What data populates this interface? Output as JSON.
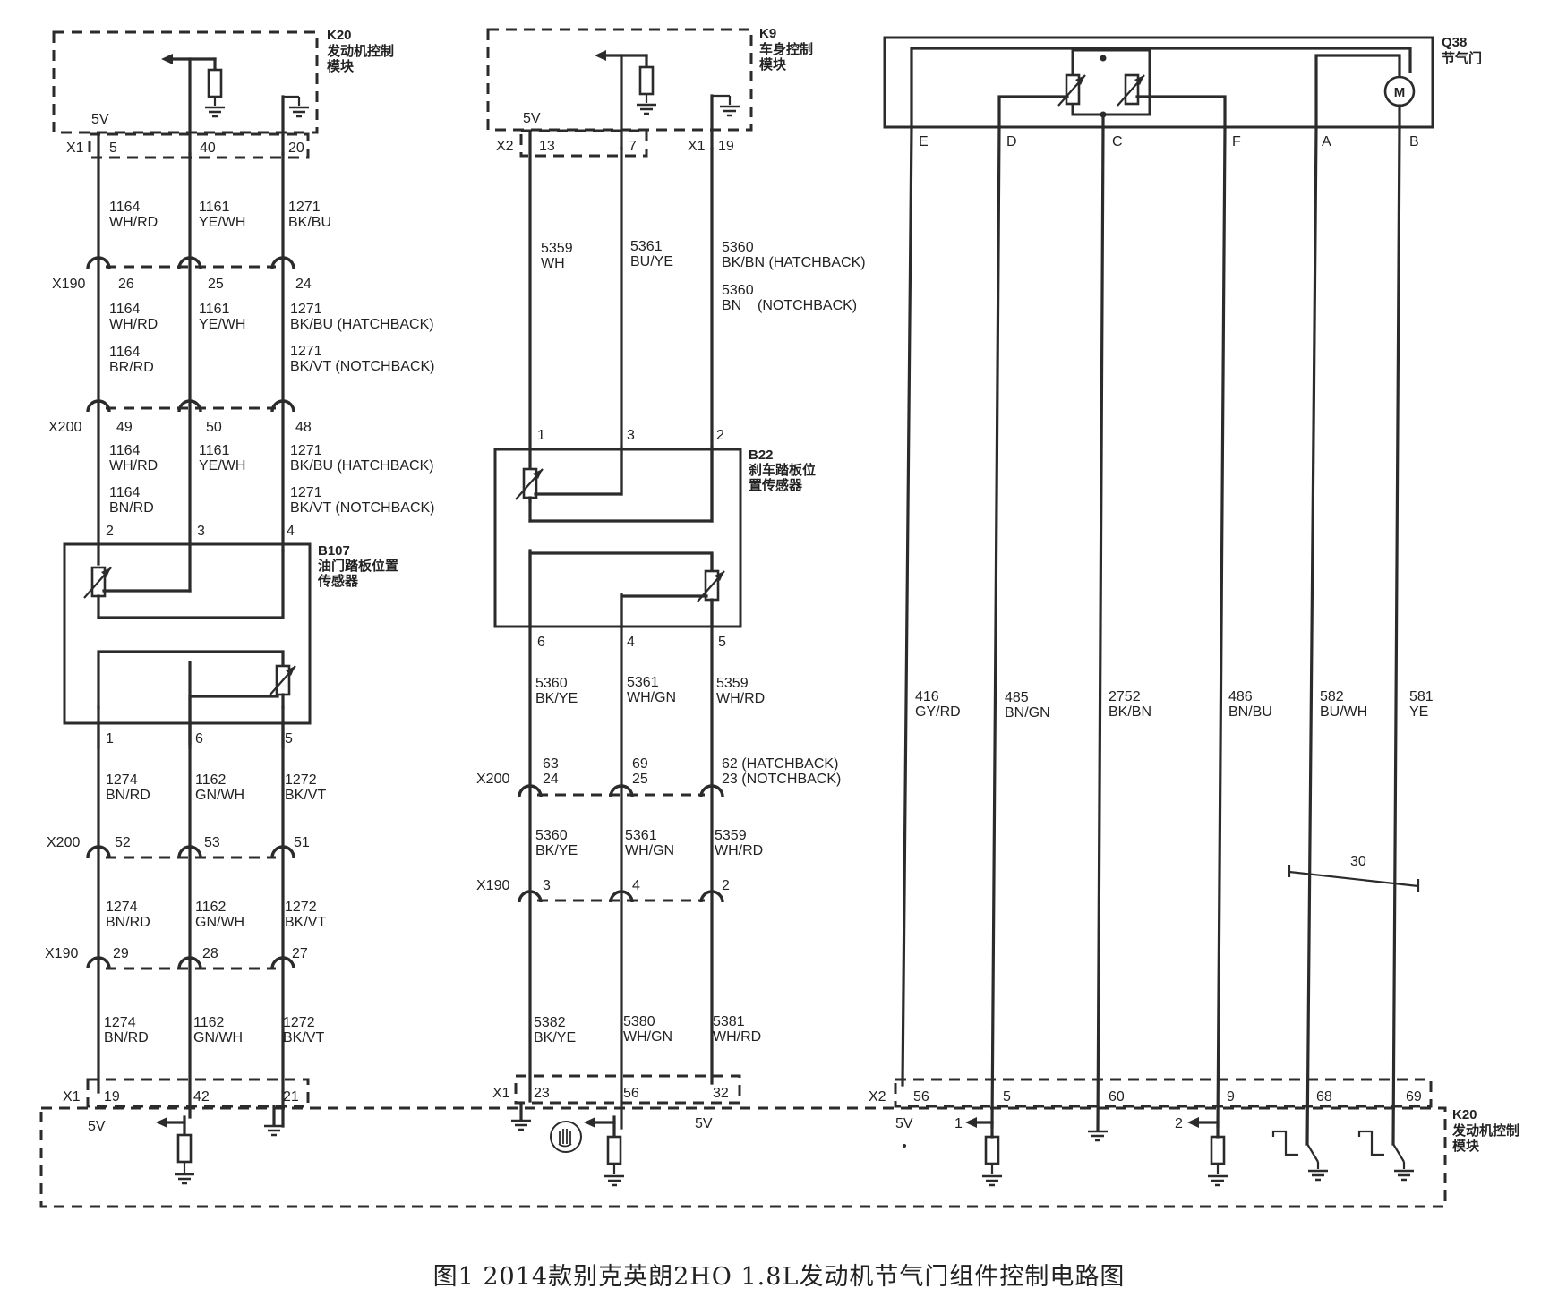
{
  "caption": "图1 2014款别克英朗2HO 1.8L发动机节气门组件控制电路图",
  "modules": {
    "k20_top": {
      "id": "K20",
      "name_line1": "发动机控制",
      "name_line2": "模块",
      "voltage": "5V",
      "connector": "X1",
      "pins": [
        "5",
        "40",
        "20"
      ]
    },
    "k9": {
      "id": "K9",
      "name_line1": "车身控制",
      "name_line2": "模块",
      "voltage": "5V",
      "connector_a": "X2",
      "connector_b": "X1",
      "pins": [
        "13",
        "7",
        "19"
      ]
    },
    "q38": {
      "id": "Q38",
      "name": "节气门",
      "motor": "M",
      "pins": [
        "E",
        "D",
        "C",
        "F",
        "A",
        "B"
      ]
    },
    "b107": {
      "id": "B107",
      "name_line1": "油门踏板位置",
      "name_line2": "传感器",
      "pins_top": [
        "2",
        "3",
        "4"
      ],
      "pins_bottom": [
        "1",
        "6",
        "5"
      ]
    },
    "b22": {
      "id": "B22",
      "name_line1": "刹车踏板位",
      "name_line2": "置传感器",
      "pins_top": [
        "1",
        "3",
        "2"
      ],
      "pins_bottom": [
        "6",
        "4",
        "5"
      ]
    },
    "k20_bottom": {
      "id": "K20",
      "name_line1": "发动机控制",
      "name_line2": "模块",
      "x1_left": {
        "connector": "X1",
        "pins": [
          "19",
          "42",
          "21"
        ],
        "voltage": "5V"
      },
      "x1_mid": {
        "connector": "X1",
        "pins": [
          "23",
          "56",
          "32"
        ],
        "voltage": "5V"
      },
      "x2": {
        "connector": "X2",
        "pins": [
          "56",
          "5",
          "60",
          "9",
          "68",
          "69"
        ],
        "voltage": "5V",
        "marker_1": "1",
        "marker_2": "2"
      }
    }
  },
  "left_column": {
    "seg1": [
      {
        "num": "1164",
        "color": "WH/RD"
      },
      {
        "num": "1161",
        "color": "YE/WH"
      },
      {
        "num": "1271",
        "color": "BK/BU"
      }
    ],
    "x190_top": {
      "name": "X190",
      "pins": [
        "26",
        "25",
        "24"
      ]
    },
    "seg2_a": [
      {
        "num": "1164",
        "color": "WH/RD"
      },
      {
        "num": "1161",
        "color": "YE/WH"
      },
      {
        "num": "1271",
        "color": "BK/BU (HATCHBACK)"
      }
    ],
    "seg2_b": [
      {
        "num": "1164",
        "color": "BR/RD"
      },
      {
        "num": "1271",
        "color": "BK/VT (NOTCHBACK)"
      }
    ],
    "x200_top": {
      "name": "X200",
      "pins": [
        "49",
        "50",
        "48"
      ]
    },
    "seg3_a": [
      {
        "num": "1164",
        "color": "WH/RD"
      },
      {
        "num": "1161",
        "color": "YE/WH"
      },
      {
        "num": "1271",
        "color": "BK/BU (HATCHBACK)"
      }
    ],
    "seg3_b": [
      {
        "num": "1164",
        "color": "BN/RD"
      },
      {
        "num": "1271",
        "color": "BK/VT (NOTCHBACK)"
      }
    ],
    "seg4": [
      {
        "num": "1274",
        "color": "BN/RD"
      },
      {
        "num": "1162",
        "color": "GN/WH"
      },
      {
        "num": "1272",
        "color": "BK/VT"
      }
    ],
    "x200_bottom": {
      "name": "X200",
      "pins": [
        "52",
        "53",
        "51"
      ]
    },
    "seg5": [
      {
        "num": "1274",
        "color": "BN/RD"
      },
      {
        "num": "1162",
        "color": "GN/WH"
      },
      {
        "num": "1272",
        "color": "BK/VT"
      }
    ],
    "x190_bottom": {
      "name": "X190",
      "pins": [
        "29",
        "28",
        "27"
      ]
    },
    "seg6": [
      {
        "num": "1274",
        "color": "BN/RD"
      },
      {
        "num": "1162",
        "color": "GN/WH"
      },
      {
        "num": "1272",
        "color": "BK/VT"
      }
    ]
  },
  "middle_column": {
    "seg1": [
      {
        "num": "5359",
        "color": "WH"
      },
      {
        "num": "5361",
        "color": "BU/YE"
      },
      {
        "num": "5360",
        "color": "BK/BN (HATCHBACK)"
      }
    ],
    "seg1_b": {
      "num": "5360",
      "color": "BN    (NOTCHBACK)"
    },
    "seg2": [
      {
        "num": "5360",
        "color": "BK/YE"
      },
      {
        "num": "5361",
        "color": "WH/GN"
      },
      {
        "num": "5359",
        "color": "WH/RD"
      }
    ],
    "x200": {
      "name": "X200",
      "pins_a": [
        "63",
        "69",
        "62 (HATCHBACK)"
      ],
      "pins_b": [
        "24",
        "25",
        "23 (NOTCHBACK)"
      ]
    },
    "seg3": [
      {
        "num": "5360",
        "color": "BK/YE"
      },
      {
        "num": "5361",
        "color": "WH/GN"
      },
      {
        "num": "5359",
        "color": "WH/RD"
      }
    ],
    "x190": {
      "name": "X190",
      "pins": [
        "3",
        "4",
        "2"
      ]
    },
    "seg4": [
      {
        "num": "5382",
        "color": "BK/YE"
      },
      {
        "num": "5380",
        "color": "WH/GN"
      },
      {
        "num": "5381",
        "color": "WH/RD"
      }
    ]
  },
  "right_column": {
    "wires": [
      {
        "num": "416",
        "color": "GY/RD"
      },
      {
        "num": "485",
        "color": "BN/GN"
      },
      {
        "num": "2752",
        "color": "BK/BN"
      },
      {
        "num": "486",
        "color": "BN/BU"
      },
      {
        "num": "582",
        "color": "BU/WH"
      },
      {
        "num": "581",
        "color": "YE"
      }
    ],
    "twist_label": "30"
  }
}
